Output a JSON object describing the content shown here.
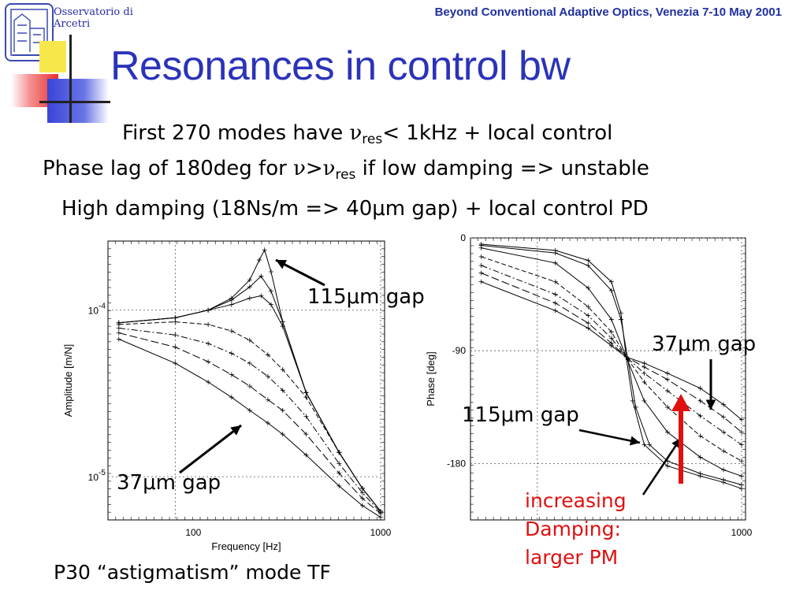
{
  "header": {
    "institution": "Osservatorio di Arcetri",
    "conference": "Beyond Conventional Adaptive Optics, Venezia 7-10 May 2001"
  },
  "slide": {
    "title": "Resonances in control bw",
    "line1_a": "First 270 modes have ",
    "nu": "ν",
    "res": "res",
    "line1_b": "< 1kHz + local control",
    "line2_a": "Phase lag of 180deg for ",
    "line2_gt": ">",
    "line2_b": " if low damping => unstable",
    "line3": "High damping (18Ns/m => 40μm gap) + local control PD",
    "caption": "P30 “astigmatism” mode TF"
  },
  "annotations": {
    "amp_115": "115μm gap",
    "amp_37": "37μm gap",
    "phase_37": "37μm gap",
    "phase_115": "115μm gap",
    "damping_1": "increasing",
    "damping_2": "Damping:",
    "damping_3": "larger PM"
  },
  "colors": {
    "title": "#2b33b8",
    "conference": "#1f2fa0",
    "arrow_red": "#e01010"
  },
  "chart_data": [
    {
      "type": "line",
      "xlabel": "Frequency [Hz]",
      "ylabel": "Amplitude [m/N]",
      "x_scale": "log",
      "y_scale": "log",
      "xlim": [
        35,
        1050
      ],
      "ylim": [
        5.5e-06,
        0.00026
      ],
      "x_ticks": [
        {
          "v": 100,
          "label": "100"
        },
        {
          "v": 1000,
          "label": "1000"
        }
      ],
      "y_ticks": [
        {
          "v": 0.0001,
          "base": "10",
          "exp": "-4"
        },
        {
          "v": 1e-05,
          "base": "10",
          "exp": "-5"
        }
      ],
      "grid_x": [
        80,
        1000
      ],
      "grid_y": [
        0.0001,
        1e-05
      ],
      "series": [
        {
          "x": [
            40,
            80,
            120,
            160,
            200,
            225,
            240,
            260,
            300,
            400,
            600,
            800,
            1000
          ],
          "y": [
            8.4e-05,
            9e-05,
            0.0001,
            0.000118,
            0.000152,
            0.0002,
            0.00023,
            0.00017,
            8.5e-05,
            3.2e-05,
            1.4e-05,
            8.5e-06,
            6.2e-06
          ]
        },
        {
          "x": [
            40,
            80,
            120,
            160,
            200,
            230,
            260,
            300,
            400,
            600,
            800,
            1000
          ],
          "y": [
            8.4e-05,
            9e-05,
            0.0001,
            0.000115,
            0.000138,
            0.00016,
            0.00013,
            8.5e-05,
            3.2e-05,
            1.4e-05,
            8.5e-06,
            6.2e-06
          ]
        },
        {
          "x": [
            40,
            80,
            120,
            160,
            200,
            230,
            260,
            300,
            400,
            600,
            800,
            1000
          ],
          "y": [
            8.4e-05,
            9e-05,
            0.0001,
            0.000108,
            0.000118,
            0.000122,
            0.000108,
            8e-05,
            3.2e-05,
            1.4e-05,
            8.5e-06,
            6.2e-06
          ]
        },
        {
          "x": [
            40,
            80,
            120,
            160,
            200,
            250,
            300,
            400,
            600,
            800,
            1000
          ],
          "y": [
            8.2e-05,
            8.5e-05,
            8.2e-05,
            7.5e-05,
            6.6e-05,
            5.4e-05,
            4.4e-05,
            3e-05,
            1.4e-05,
            8.5e-06,
            6.2e-06
          ]
        },
        {
          "x": [
            40,
            80,
            120,
            160,
            200,
            250,
            300,
            400,
            600,
            800,
            1000
          ],
          "y": [
            7.8e-05,
            7.1e-05,
            6.3e-05,
            5.5e-05,
            4.8e-05,
            4e-05,
            3.3e-05,
            2.3e-05,
            1.2e-05,
            8e-06,
            6.1e-06
          ]
        },
        {
          "x": [
            40,
            80,
            120,
            160,
            200,
            250,
            300,
            400,
            600,
            800,
            1000
          ],
          "y": [
            7.3e-05,
            6e-05,
            4.9e-05,
            4.1e-05,
            3.5e-05,
            2.9e-05,
            2.5e-05,
            1.8e-05,
            1.05e-05,
            7.4e-06,
            6e-06
          ]
        },
        {
          "x": [
            40,
            80,
            120,
            160,
            200,
            250,
            300,
            400,
            600,
            800,
            1000
          ],
          "y": [
            6.7e-05,
            4.8e-05,
            3.7e-05,
            3e-05,
            2.5e-05,
            2.1e-05,
            1.8e-05,
            1.35e-05,
            8.8e-06,
            6.7e-06,
            5.7e-06
          ]
        }
      ]
    },
    {
      "type": "line",
      "xlabel": "",
      "ylabel": "Phase [deg]",
      "x_scale": "log",
      "xlim": [
        35,
        1050
      ],
      "ylim": [
        -225,
        0
      ],
      "x_ticks": [
        {
          "v": 1000,
          "label": "1000"
        }
      ],
      "y_ticks": [
        {
          "v": 0,
          "label": "0"
        },
        {
          "v": -90,
          "label": "-90"
        },
        {
          "v": -180,
          "label": "-180"
        }
      ],
      "grid_x": [
        80,
        1000
      ],
      "grid_y": [
        0,
        -90,
        -180
      ],
      "series": [
        {
          "x": [
            40,
            100,
            150,
            200,
            225,
            240,
            260,
            300,
            400,
            600,
            800,
            1000
          ],
          "y": [
            -5,
            -10,
            -18,
            -35,
            -60,
            -95,
            -130,
            -165,
            -182,
            -190,
            -195,
            -200
          ]
        },
        {
          "x": [
            40,
            100,
            150,
            200,
            225,
            245,
            270,
            320,
            400,
            600,
            800,
            1000
          ],
          "y": [
            -6,
            -12,
            -22,
            -42,
            -65,
            -97,
            -135,
            -165,
            -178,
            -188,
            -193,
            -197
          ]
        },
        {
          "x": [
            40,
            100,
            150,
            200,
            240,
            300,
            400,
            600,
            800,
            1000
          ],
          "y": [
            -8,
            -20,
            -40,
            -65,
            -95,
            -130,
            -155,
            -175,
            -185,
            -190
          ]
        },
        {
          "x": [
            40,
            100,
            150,
            200,
            240,
            300,
            400,
            600,
            800,
            1000
          ],
          "y": [
            -15,
            -35,
            -55,
            -75,
            -95,
            -115,
            -135,
            -158,
            -170,
            -178
          ]
        },
        {
          "x": [
            40,
            100,
            150,
            200,
            240,
            300,
            400,
            600,
            800,
            1000
          ],
          "y": [
            -22,
            -45,
            -62,
            -80,
            -95,
            -108,
            -122,
            -142,
            -155,
            -165
          ]
        },
        {
          "x": [
            40,
            100,
            150,
            200,
            240,
            300,
            400,
            600,
            800,
            1000
          ],
          "y": [
            -28,
            -52,
            -68,
            -84,
            -95,
            -103,
            -113,
            -130,
            -143,
            -155
          ]
        },
        {
          "x": [
            40,
            100,
            150,
            200,
            240,
            300,
            400,
            600,
            800,
            1000
          ],
          "y": [
            -35,
            -58,
            -72,
            -86,
            -95,
            -100,
            -108,
            -120,
            -133,
            -145
          ]
        }
      ]
    }
  ]
}
